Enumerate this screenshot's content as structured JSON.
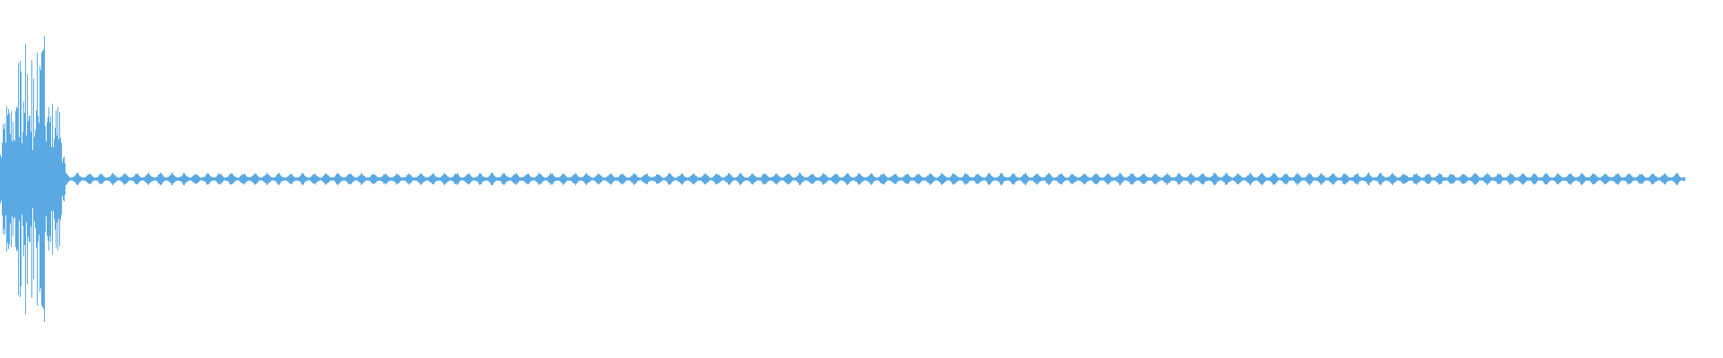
{
  "waveform": {
    "color": "#5aa9e3",
    "background": "#ffffff",
    "description_hidden": "",
    "amplitude": {
      "burst_peak": 1.0,
      "burst_level": 0.55,
      "tail_level": 0.045,
      "burst_fraction": 0.033,
      "tail_end_fraction": 0.982
    }
  }
}
